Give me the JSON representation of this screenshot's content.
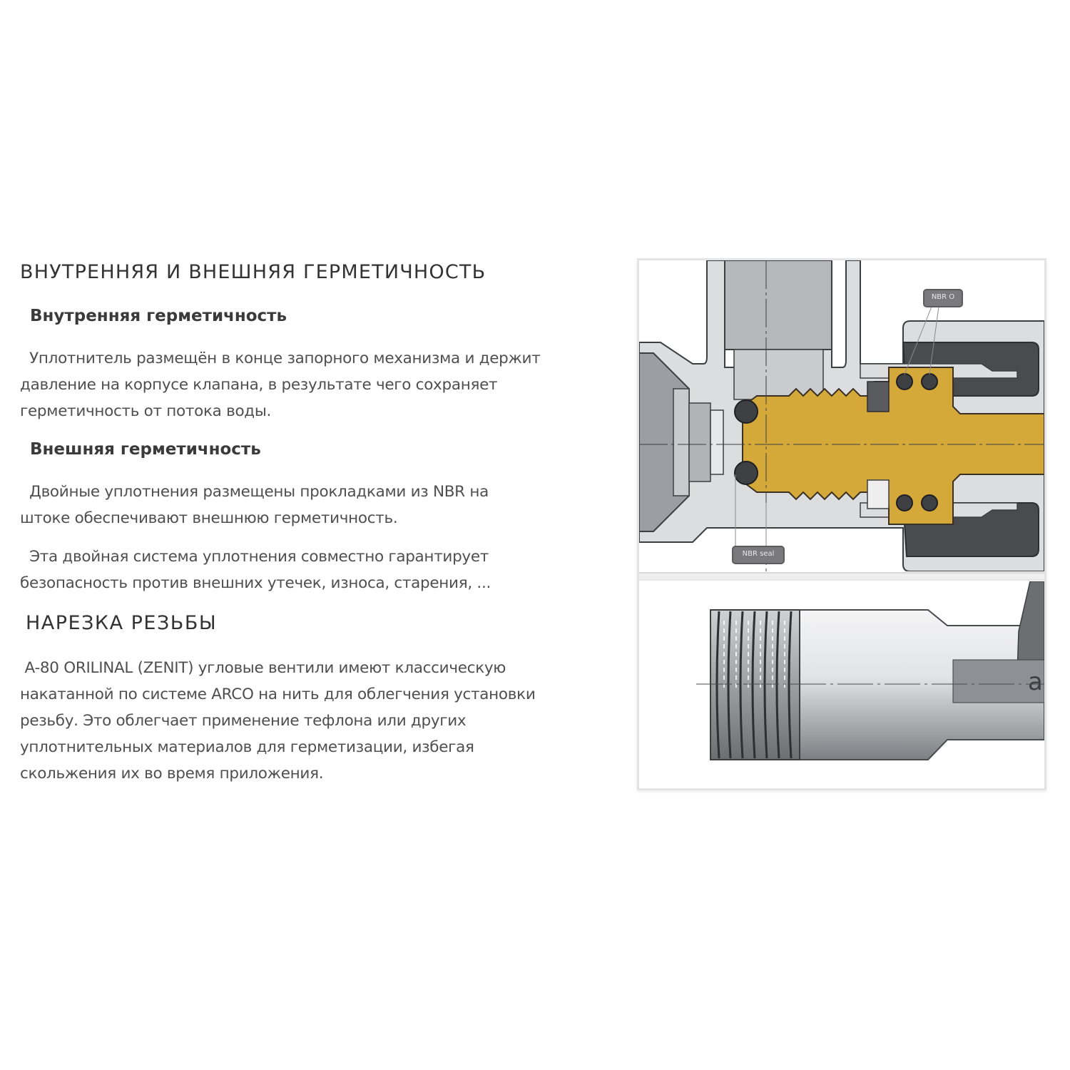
{
  "sections": {
    "main_title": "ВНУТРЕННЯЯ И ВНЕШНЯЯ ГЕРМЕТИЧНОСТЬ",
    "internal": {
      "title": "Внутренняя герметичность",
      "lines": [
        "  Уплотнитель размещён в конце запорного механизма и держит",
        "давление на корпусе клапана, в результате чего сохраняет",
        "герметичность от потока воды."
      ]
    },
    "external": {
      "title": "Внешняя герметичность",
      "para1_lines": [
        "  Двойные уплотнения размещены прокладками из NBR на",
        "штоке обеспечивают внешнюю герметичность."
      ],
      "para2_lines": [
        "  Эта двойная система уплотнения совместно гарантирует",
        "безопасность против внешних утечек, износа, старения, ..."
      ]
    },
    "threading": {
      "title": "НАРЕЗКА РЕЗЬБЫ",
      "lines": [
        " A-80 ORILINAL (ZENIT) угловые вентили имеют классическую",
        "накатанной по системе ARCO на нить для облегчения установки",
        "резьбу. Это облегчает применение тефлона или других",
        "уплотнительных материалов для герметизации, избегая",
        "скольжения их во время приложения."
      ]
    }
  },
  "figure": {
    "top_diagram": {
      "description": "valve-cross-section",
      "callout_top": "NBR O",
      "callout_bottom": "NBR seal"
    },
    "bottom_diagram": {
      "description": "threaded-pipe-end"
    },
    "colors": {
      "brass": "#d4a93a",
      "body_gray": "#d9dadc",
      "dark_gray": "#4a4b4f",
      "seal": "#3f4044"
    }
  }
}
